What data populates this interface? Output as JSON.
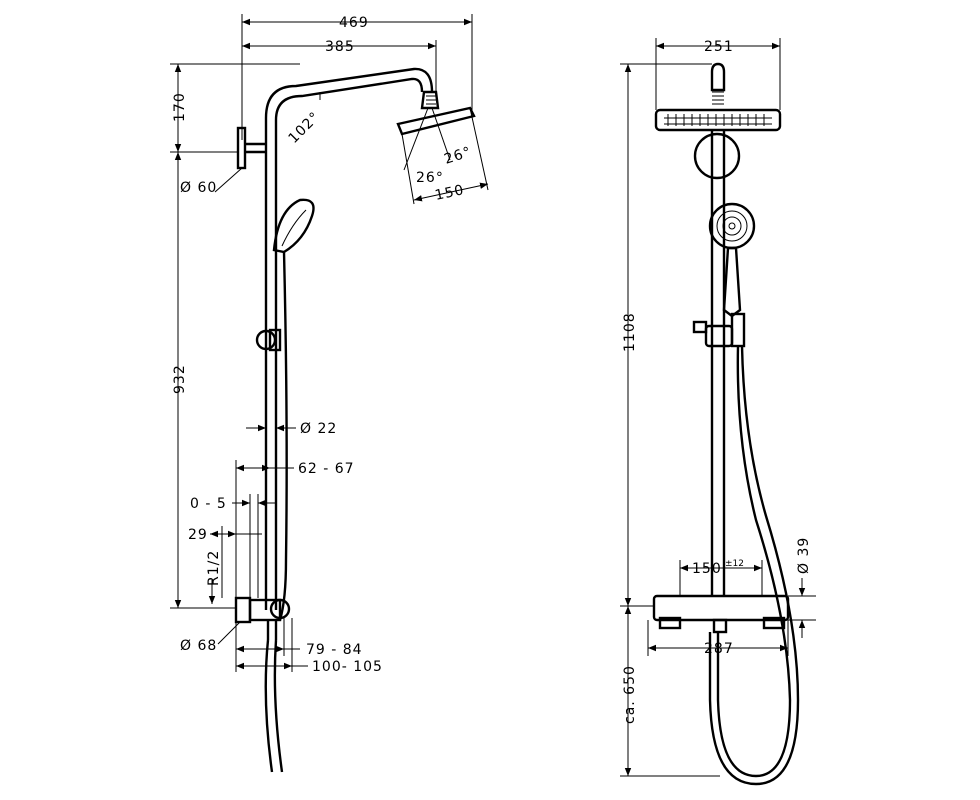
{
  "side_view": {
    "dims": {
      "width_overall": "469",
      "arm_reach": "385",
      "top_height": "170",
      "arm_angle": "102°",
      "wall_disc_dia": "Ø 60",
      "head_angle_left": "26°",
      "head_angle_right": "26°",
      "head_dia": "150",
      "rail_height": "932",
      "pipe_dia": "Ø 22",
      "pipe_offset": "62 - 67",
      "adjust": "0 - 5",
      "inlet_offset": "29",
      "thread": "R1/2",
      "escutcheon_dia": "Ø 68",
      "mixer_depth_1": "79 - 84",
      "mixer_depth_2": "100- 105"
    }
  },
  "front_view": {
    "dims": {
      "head_width": "251",
      "total_height": "1108",
      "centres": "150",
      "centres_tol": "±12",
      "mixer_dia": "Ø 39",
      "mixer_width": "287",
      "install_height": "ca. 650"
    }
  }
}
